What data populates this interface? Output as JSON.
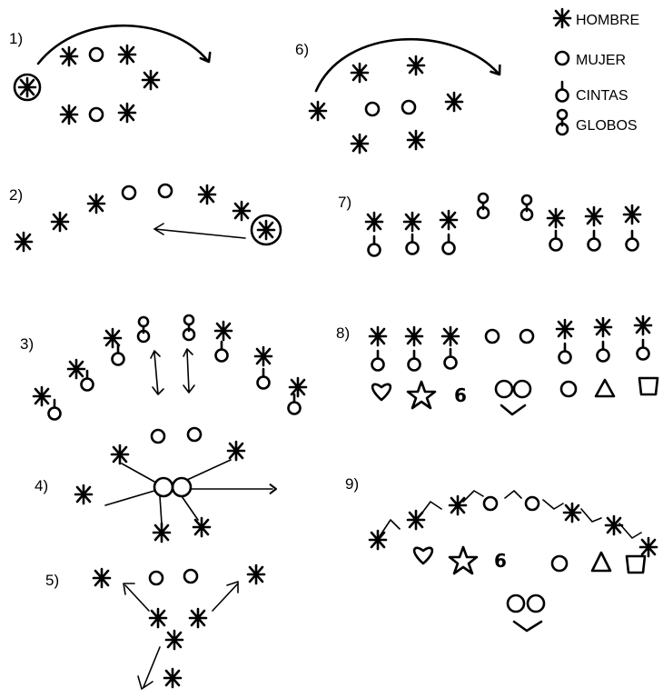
{
  "legend": [
    {
      "symbol": "hombre",
      "label": "HOMBRE"
    },
    {
      "symbol": "mujer",
      "label": "MUJER"
    },
    {
      "symbol": "cinta",
      "label": "CINTAS"
    },
    {
      "symbol": "globo",
      "label": "GLOBOS"
    }
  ],
  "steps": [
    "1)",
    "2)",
    "3)",
    "4)",
    "5)",
    "6)",
    "7)",
    "8)",
    "9)"
  ],
  "number_six": "6"
}
